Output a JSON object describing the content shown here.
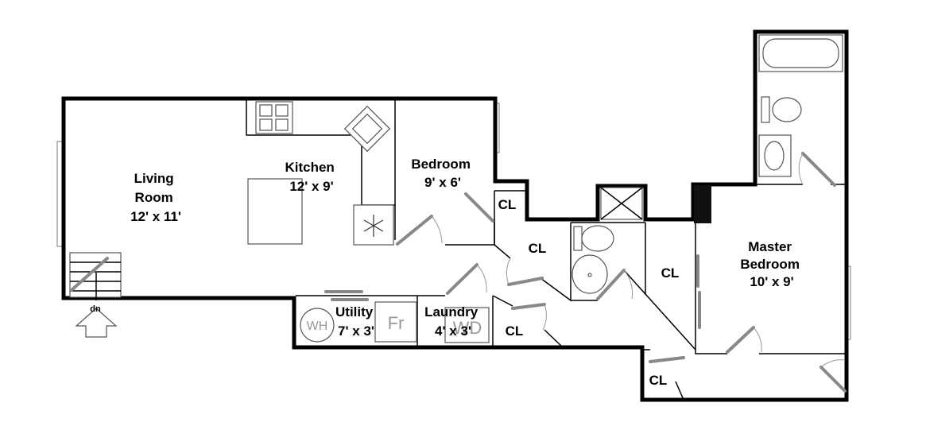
{
  "rooms": {
    "living": {
      "name_line1": "Living",
      "name_line2": "Room",
      "size": "12' x 11'"
    },
    "kitchen": {
      "name": "Kitchen",
      "size": "12' x 9'"
    },
    "bedroom": {
      "name": "Bedroom",
      "size": "9' x 6'"
    },
    "master": {
      "name_line1": "Master",
      "name_line2": "Bedroom",
      "size": "10' x 9'"
    },
    "utility": {
      "name": "Utility",
      "size": "7' x 3'"
    },
    "laundry": {
      "name": "Laundry",
      "size": "4' x 3'"
    },
    "closet_label": "CL"
  },
  "appliances": {
    "water_heater": "WH",
    "fridge": "Fr",
    "washer_dryer": "WD"
  },
  "stairs_label": "dn"
}
